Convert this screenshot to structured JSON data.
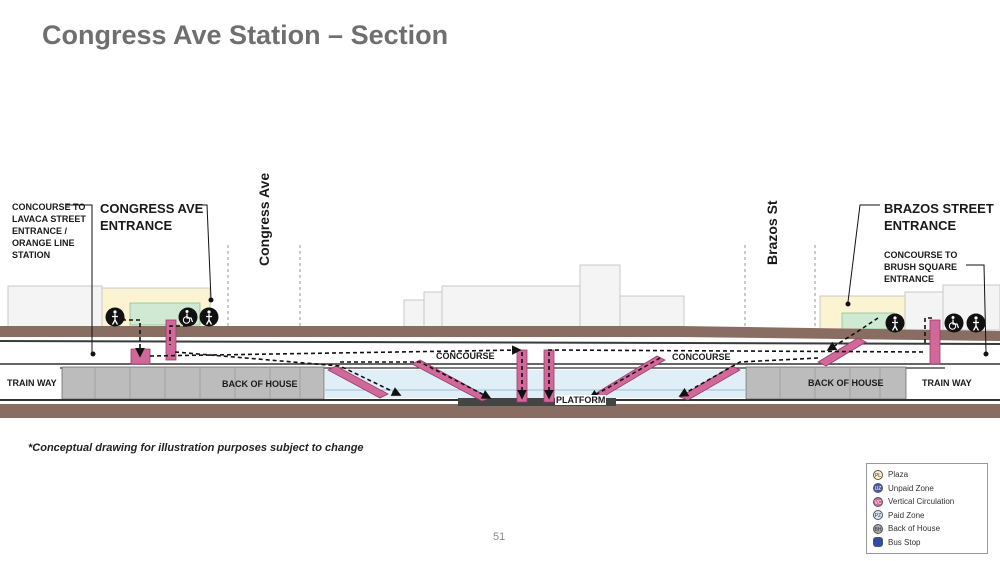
{
  "title": "Congress Ave Station – Section",
  "labels": {
    "concourse_lavaca": [
      "CONCOURSE TO",
      "LAVACA STREET",
      "ENTRANCE /",
      "ORANGE LINE",
      "STATION"
    ],
    "congress_entrance": [
      "CONGRESS AVE",
      "ENTRANCE"
    ],
    "brazos_entrance": [
      "BRAZOS STREET",
      "ENTRANCE"
    ],
    "concourse_brush": [
      "CONCOURSE TO",
      "BRUSH SQUARE",
      "ENTRANCE"
    ],
    "congress_street": "Congress Ave",
    "brazos_street": "Brazos St",
    "concourse_left": "CONCOURSE",
    "concourse_right": "CONCOURSE",
    "train_way_left": "TRAIN WAY",
    "train_way_right": "TRAIN WAY",
    "back_of_house_left": "BACK OF HOUSE",
    "back_of_house_right": "BACK OF HOUSE",
    "platform": "PLATFORM"
  },
  "note": "*Conceptual drawing for illustration purposes subject to change",
  "page_number": "51",
  "legend": [
    {
      "code": "PL",
      "label": "Plaza",
      "color": "#fdf0c4"
    },
    {
      "code": "UZ",
      "label": "Unpaid Zone",
      "color": "#4d5aa8"
    },
    {
      "code": "VC",
      "label": "Vertical Circulation",
      "color": "#d0689a"
    },
    {
      "code": "PZ",
      "label": "Paid Zone",
      "color": "#d9e6f7"
    },
    {
      "code": "BH",
      "label": "Back of House",
      "color": "#a9a9a9"
    },
    {
      "code": "",
      "label": "Bus Stop",
      "color": "#2f4da8"
    }
  ],
  "icons": [
    "pedestrian-icon",
    "accessible-icon",
    "pedestrian-icon",
    "pedestrian-icon",
    "accessible-icon",
    "pedestrian-icon"
  ]
}
